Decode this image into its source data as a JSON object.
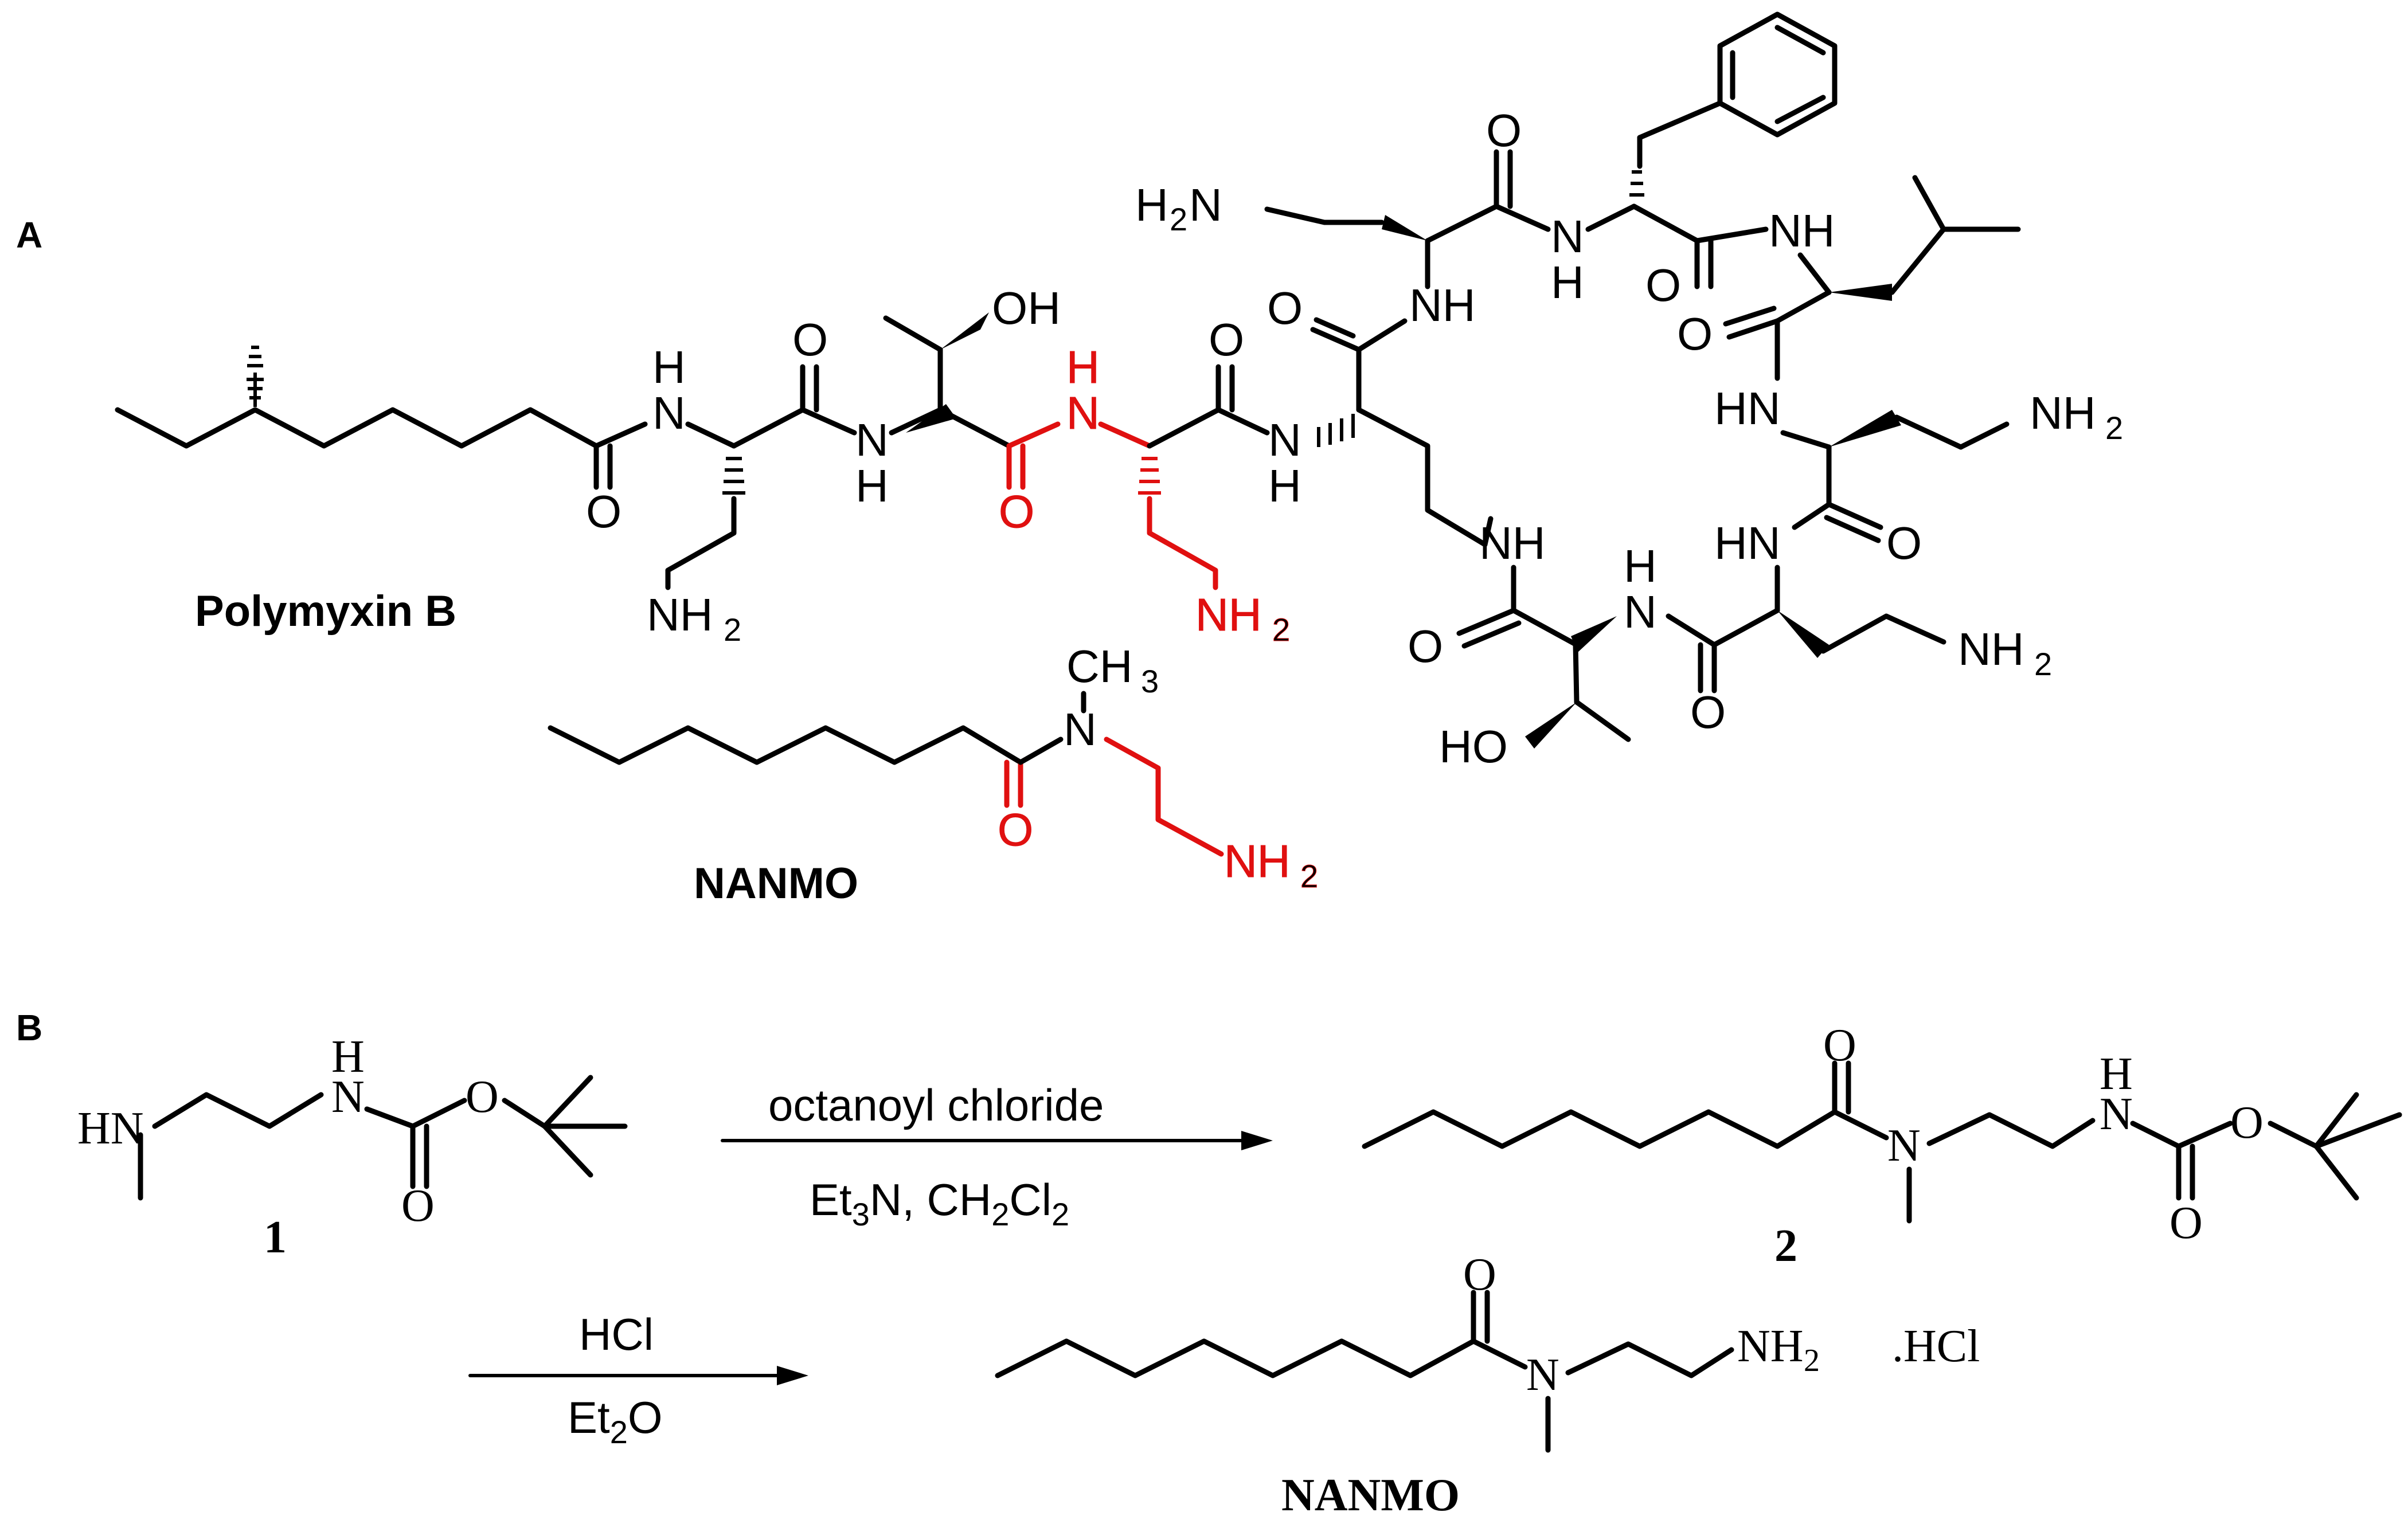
{
  "colors": {
    "bond": "#000000",
    "highlight": "#e01010",
    "background": "#ffffff"
  },
  "panel_a": {
    "label": "A",
    "compound_polymyxin": "Polymyxin B",
    "compound_nanmo": "NANMO",
    "atoms": {
      "oh": "OH",
      "ho": "HO",
      "o": "O",
      "n": "N",
      "h": "H",
      "nh": "NH",
      "hn": "HN",
      "h2n_h": "H",
      "h2n_n": "N",
      "nh2_nh": "NH",
      "sub2": "2",
      "ch3_ch": "CH",
      "sub3": "3"
    }
  },
  "panel_b": {
    "label": "B",
    "compound_1": "1",
    "compound_2": "2",
    "compound_final": "NANMO",
    "salt": ".HCl",
    "step1_reagent": "octanoyl chloride",
    "step1_cond_et": "Et",
    "step1_cond_sub3": "3",
    "step1_cond_mid": "N, CH",
    "step1_cond_sub2a": "2",
    "step1_cond_cl": "Cl",
    "step1_cond_sub2b": "2",
    "step2_reagent": "HCl",
    "step2_cond_et": "Et",
    "step2_cond_sub2": "2",
    "step2_cond_o": "O",
    "atoms": {
      "hn": "HN",
      "h": "H",
      "n": "N",
      "o": "O",
      "nh": "NH",
      "sub2": "2"
    }
  }
}
